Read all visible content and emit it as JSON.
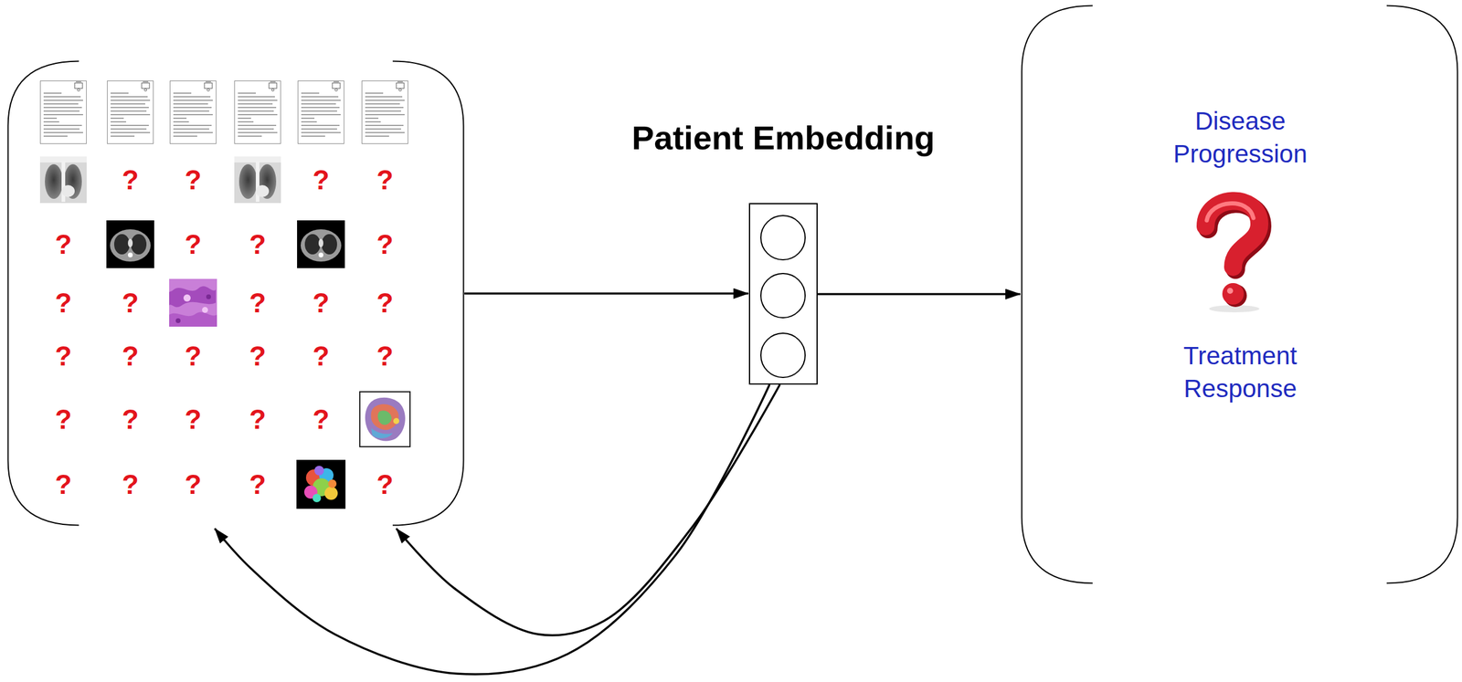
{
  "diagram": {
    "nodes": [
      {
        "text": [
          "?",
          "?",
          "?",
          "?",
          "?",
          "?",
          "?",
          "?",
          "?",
          "?",
          "?",
          "?",
          "?",
          "?",
          "?",
          "?",
          "?",
          "?",
          "?",
          "?",
          "?",
          "?",
          "?",
          "?",
          "?",
          "?",
          "?",
          "?",
          "?"
        ]
      },
      {
        "text": [
          "Patient Embedding"
        ]
      },
      {
        "text": [
          "Disease Progression",
          "Treatment Response"
        ]
      }
    ],
    "edges": [
      {
        "from": 0,
        "to": 1,
        "arrow": "to"
      },
      {
        "from": 1,
        "to": 2,
        "arrow": "to"
      },
      {
        "from": 1,
        "to": 0,
        "arrow": "to"
      },
      {
        "from": 1,
        "to": 0,
        "arrow": "to"
      }
    ]
  }
}
